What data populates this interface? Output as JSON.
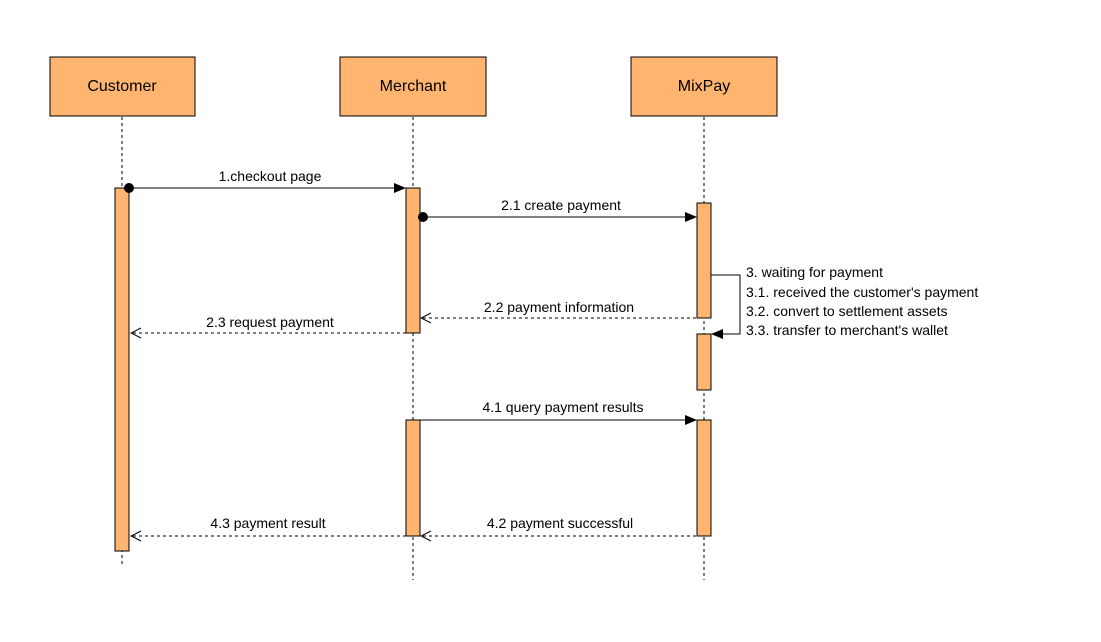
{
  "colors": {
    "participant_fill": "#FFB570",
    "activation_fill": "#FFB570",
    "stroke": "#000000"
  },
  "participants": [
    {
      "id": "customer",
      "label": "Customer"
    },
    {
      "id": "merchant",
      "label": "Merchant"
    },
    {
      "id": "mixpay",
      "label": "MixPay"
    }
  ],
  "messages": [
    {
      "id": "m1",
      "label": "1.checkout page",
      "from": "customer",
      "to": "merchant",
      "style": "solid-async"
    },
    {
      "id": "m21",
      "label": "2.1 create payment",
      "from": "merchant",
      "to": "mixpay",
      "style": "solid-async"
    },
    {
      "id": "m22",
      "label": "2.2 payment information",
      "from": "mixpay",
      "to": "merchant",
      "style": "dashed-return"
    },
    {
      "id": "m23",
      "label": "2.3 request payment",
      "from": "merchant",
      "to": "customer",
      "style": "dashed-return"
    },
    {
      "id": "m41",
      "label": "4.1 query payment results",
      "from": "merchant",
      "to": "mixpay",
      "style": "solid"
    },
    {
      "id": "m42",
      "label": "4.2 payment successful",
      "from": "mixpay",
      "to": "merchant",
      "style": "dashed-return"
    },
    {
      "id": "m43",
      "label": "4.3 payment result",
      "from": "merchant",
      "to": "customer",
      "style": "dashed-return"
    }
  ],
  "self_message": {
    "participant": "mixpay",
    "lines": [
      "3. waiting for payment",
      "3.1. received the customer's payment",
      "3.2. convert to settlement assets",
      "3.3. transfer to merchant's wallet"
    ]
  }
}
